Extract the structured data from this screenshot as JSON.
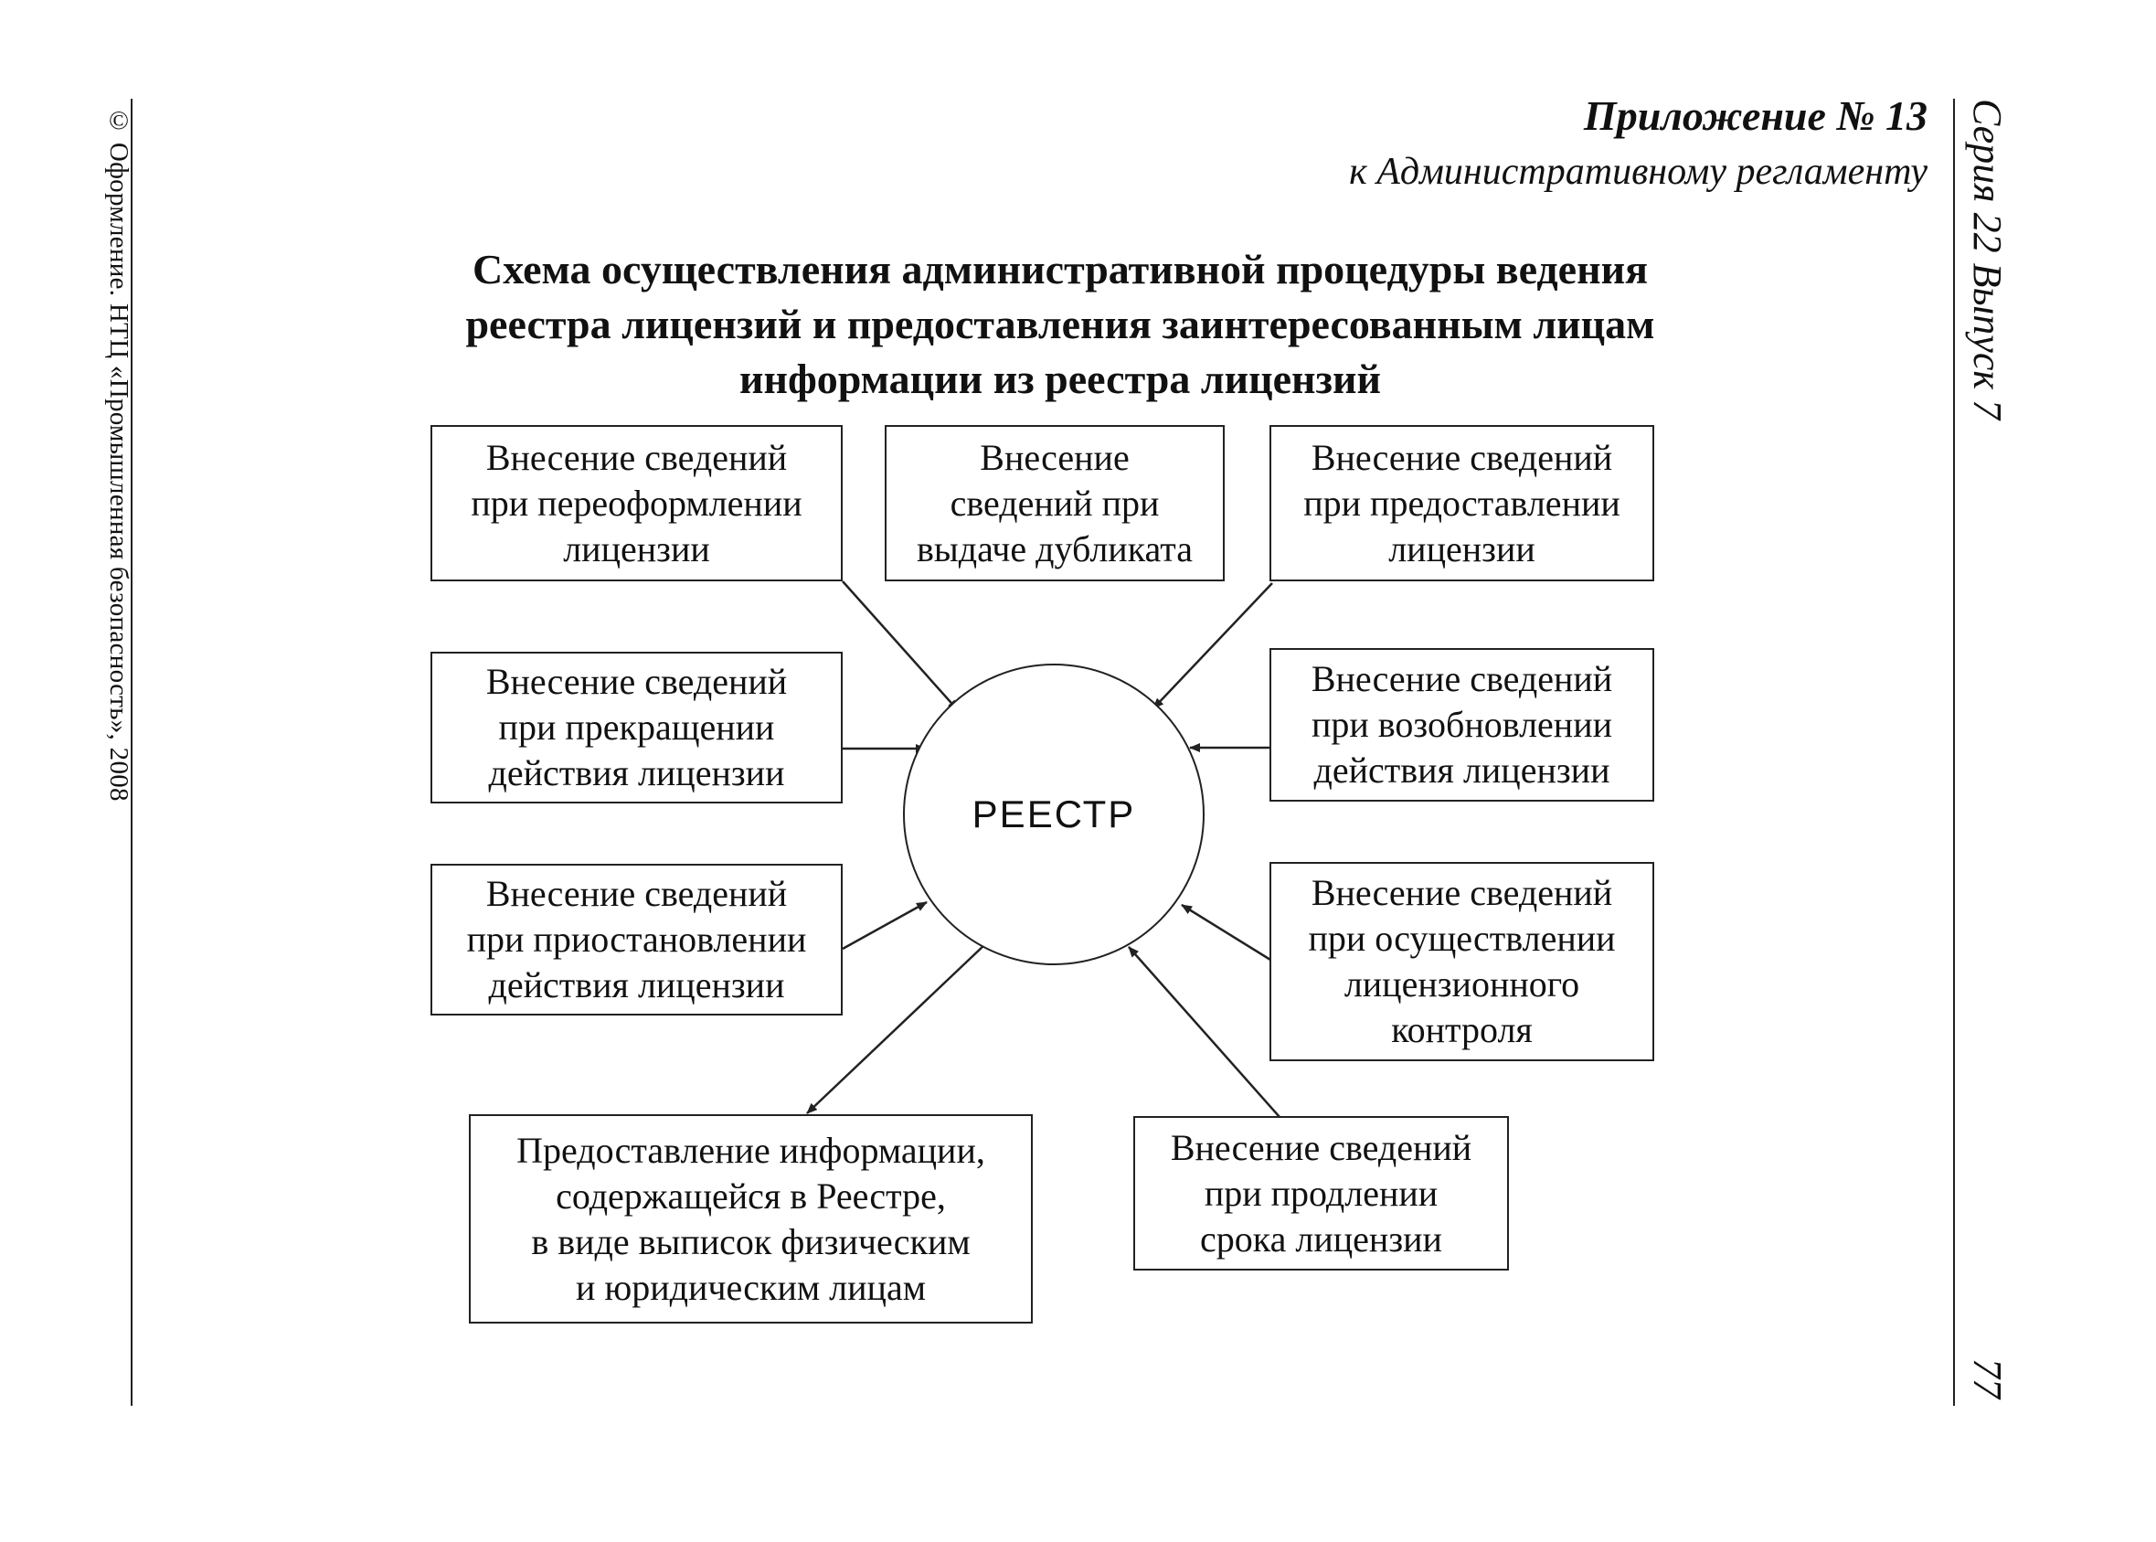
{
  "header": {
    "appendix": "Приложение № 13",
    "appendix_sub": "к Административному регламенту"
  },
  "side": {
    "left": "© Оформление. НТЦ «Промышленная безопасность», 2008",
    "right_series": "Серия 22 Выпуск 7",
    "page_number": "77"
  },
  "title": {
    "line1": "Схема осуществления административной процедуры ведения",
    "line2": "реестра лицензий и предоставления заинтересованным лицам",
    "line3": "информации из реестра лицензий"
  },
  "center": {
    "label": "РЕЕСТР"
  },
  "boxes": {
    "reissue": [
      "Внесение сведений",
      "при переоформлении",
      "лицензии"
    ],
    "duplicate": [
      "Внесение",
      "сведений при",
      "выдаче дубликата"
    ],
    "granting": [
      "Внесение сведений",
      "при предоставлении",
      "лицензии"
    ],
    "termination": [
      "Внесение сведений",
      "при прекращении",
      "действия лицензии"
    ],
    "resumption": [
      "Внесение сведений",
      "при возобновлении",
      "действия лицензии"
    ],
    "suspension": [
      "Внесение сведений",
      "при приостановлении",
      "действия лицензии"
    ],
    "control": [
      "Внесение сведений",
      "при осуществлении",
      "лицензионного",
      "контроля"
    ],
    "info": [
      "Предоставление информации,",
      "содержащейся в Реестре,",
      "в виде выписок физическим",
      "и юридическим лицам"
    ],
    "extension": [
      "Внесение сведений",
      "при продлении",
      "срока лицензии"
    ]
  }
}
